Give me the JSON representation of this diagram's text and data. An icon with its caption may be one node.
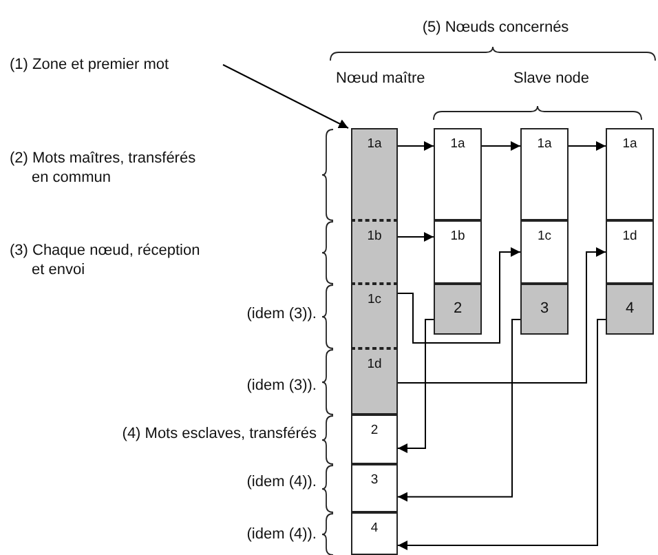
{
  "diagram": {
    "nodes": [
      {
        "text": [
          "(1) Zone et premier mot"
        ]
      },
      {
        "text": [
          "1a"
        ]
      },
      {
        "text": [
          "1b"
        ]
      },
      {
        "text": [
          "1c"
        ]
      },
      {
        "text": [
          "1d"
        ]
      },
      {
        "text": [
          "2"
        ]
      },
      {
        "text": [
          "3"
        ]
      },
      {
        "text": [
          "4"
        ]
      },
      {
        "text": [
          "1a"
        ]
      },
      {
        "text": [
          "1b"
        ]
      },
      {
        "text": [
          "2"
        ]
      },
      {
        "text": [
          "1a"
        ]
      },
      {
        "text": [
          "1c"
        ]
      },
      {
        "text": [
          "3"
        ]
      },
      {
        "text": [
          "1a"
        ]
      },
      {
        "text": [
          "1d"
        ]
      },
      {
        "text": [
          "4"
        ]
      }
    ],
    "edges": [
      {
        "from": 0,
        "to": 1,
        "arrow": "to"
      },
      {
        "from": 1,
        "to": 8,
        "arrow": "to"
      },
      {
        "from": 8,
        "to": 11,
        "arrow": "to"
      },
      {
        "from": 11,
        "to": 14,
        "arrow": "to"
      },
      {
        "from": 2,
        "to": 9,
        "arrow": "to"
      },
      {
        "from": 3,
        "to": 12,
        "arrow": "to"
      },
      {
        "from": 4,
        "to": 15,
        "arrow": "to"
      },
      {
        "from": 10,
        "to": 5,
        "arrow": "to"
      },
      {
        "from": 13,
        "to": 6,
        "arrow": "to"
      },
      {
        "from": 16,
        "to": 7,
        "arrow": "to"
      }
    ],
    "labels": [
      "(5) Nœuds concernés",
      "Nœud maître",
      "Slave node",
      "(2) Mots maîtres, transférés en commun",
      "(3) Chaque nœud, réception et envoi",
      "(idem (3)).",
      "(idem (3)).",
      "(4) Mots esclaves, transférés",
      "(idem (4)).",
      "(idem (4))."
    ]
  }
}
